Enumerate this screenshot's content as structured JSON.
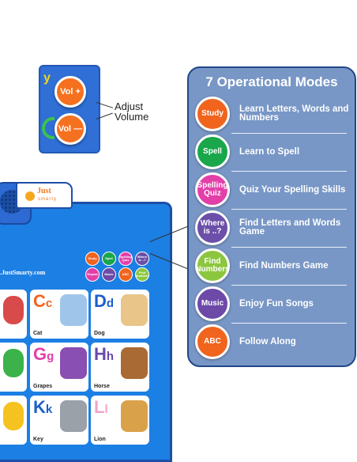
{
  "volume": {
    "up_label": "Vol +",
    "down_label": "Vol —",
    "caption": "Adjust Volume",
    "button_color": "#f5711f"
  },
  "modes": {
    "title": "7 Operational Modes",
    "items": [
      {
        "button": "Study",
        "text": "Learn Letters, Words and Numbers",
        "color": "#f0641e"
      },
      {
        "button": "Spell",
        "text": "Learn to Spell",
        "color": "#1aa64b"
      },
      {
        "button": "Spelling Quiz",
        "text": "Quiz Your Spelling Skills",
        "color": "#e33fa9"
      },
      {
        "button": "Where is ..?",
        "text": "Find Letters and Words Game",
        "color": "#6b4fa8"
      },
      {
        "button": "Find Numbers",
        "text": "Find Numbers Game",
        "color": "#8cc63e"
      },
      {
        "button": "Music",
        "text": "Enjoy Fun Songs",
        "color": "#6d49a8"
      },
      {
        "button": "ABC",
        "text": "Follow Along",
        "color": "#f0641e"
      }
    ]
  },
  "device": {
    "brand": "Just",
    "brand_sub": "smarty",
    "url": ".JustSmarty.com",
    "mini_buttons": [
      {
        "label": "Study",
        "color": "#f0641e"
      },
      {
        "label": "Spell",
        "color": "#1aa64b"
      },
      {
        "label": "Spelling Quiz",
        "color": "#e33fa9"
      },
      {
        "label": "Where is ..?",
        "color": "#6b4fa8"
      },
      {
        "label": "Repeat",
        "color": "#e33fa9"
      },
      {
        "label": "Music",
        "color": "#6d49a8"
      },
      {
        "label": "ABC",
        "color": "#f0641e"
      },
      {
        "label": "Find Numbers",
        "color": "#8cc63e"
      }
    ],
    "cells": [
      {
        "upper": "C",
        "lower": "c",
        "word": "Cat",
        "color": "#f0641e"
      },
      {
        "upper": "D",
        "lower": "d",
        "word": "Dog",
        "color": "#1c5fc8"
      },
      {
        "upper": "G",
        "lower": "g",
        "word": "Grapes",
        "color": "#e33fa9"
      },
      {
        "upper": "H",
        "lower": "h",
        "word": "Horse",
        "color": "#6d49a8"
      },
      {
        "upper": "K",
        "lower": "k",
        "word": "Key",
        "color": "#1c5fc8"
      },
      {
        "upper": "L",
        "lower": "l",
        "word": "Lion",
        "color": "#f3a3c9"
      }
    ]
  }
}
